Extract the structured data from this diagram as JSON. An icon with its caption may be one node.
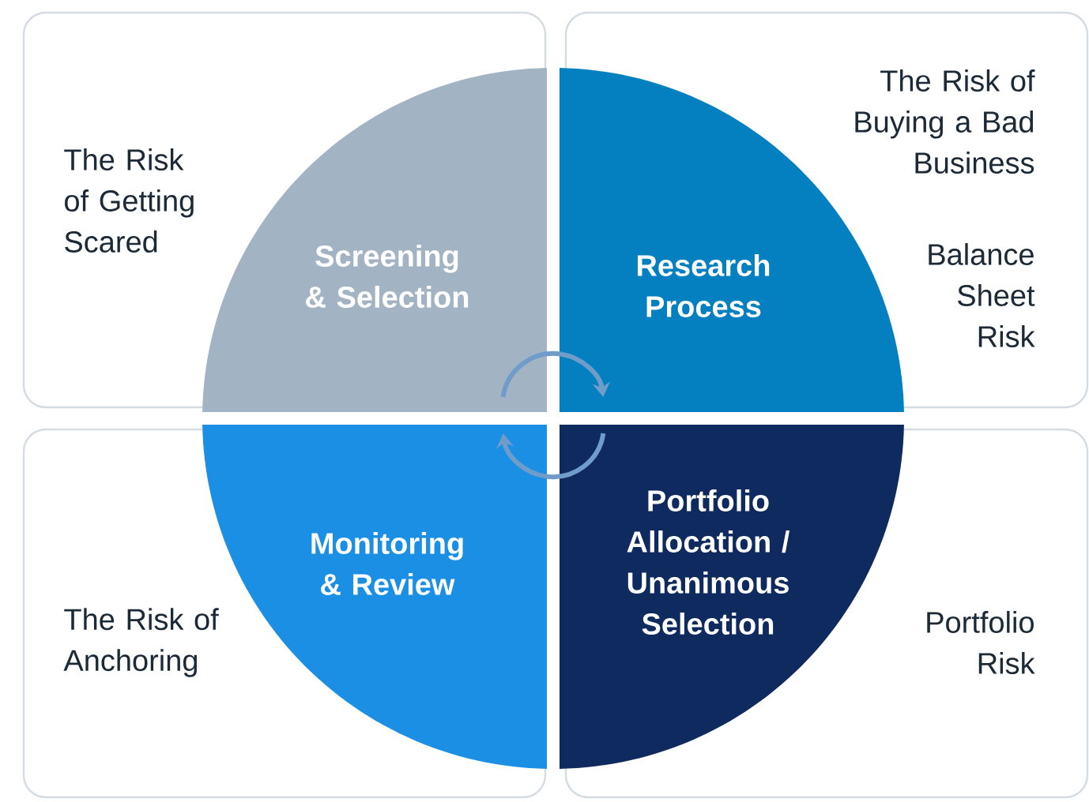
{
  "diagram": {
    "nodes": [
      {
        "text": [
          "The Risk of Getting Scared"
        ]
      },
      {
        "text": [
          "The Risk of Buying a Bad Business",
          "Balance Sheet Risk"
        ]
      },
      {
        "text": [
          "The Risk of Anchoring"
        ]
      },
      {
        "text": [
          "Portfolio Risk"
        ]
      },
      {
        "text": [
          "Screening & Selection"
        ],
        "in": 0
      },
      {
        "text": [
          "Research Process"
        ],
        "in": 1
      },
      {
        "text": [
          "Monitoring & Review"
        ],
        "in": 2
      },
      {
        "text": [
          "Portfolio Allocation / Unanimous Selection"
        ],
        "in": 3
      }
    ],
    "edges": [
      {
        "from": 4,
        "to": 5,
        "arrow": "to"
      },
      {
        "from": 7,
        "to": 6,
        "arrow": "to"
      }
    ]
  }
}
